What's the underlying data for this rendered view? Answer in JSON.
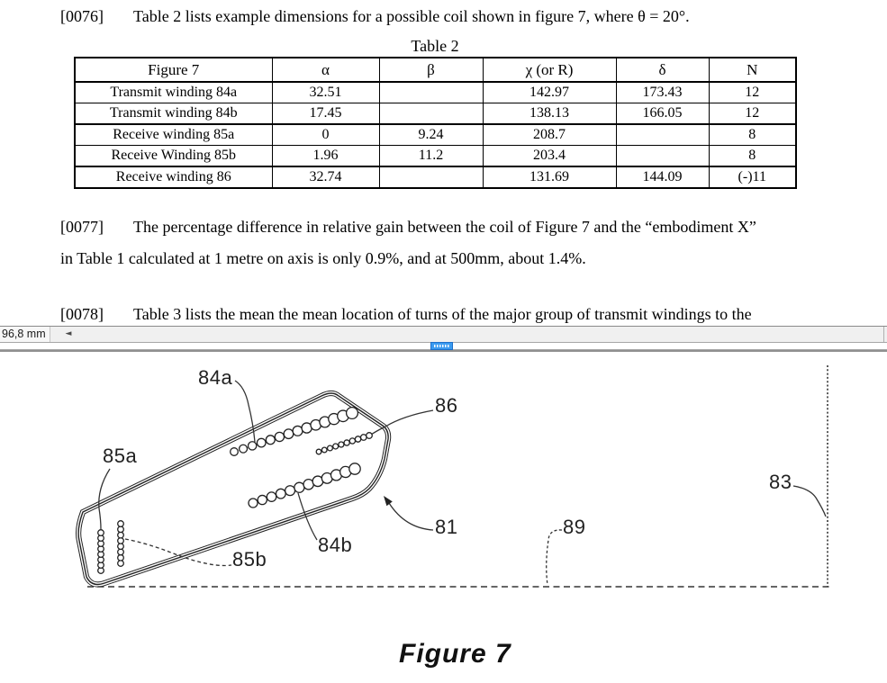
{
  "document": {
    "para_0076": {
      "tag": "[0076]",
      "text": "Table 2 lists example dimensions for a possible coil shown in figure 7, where  θ = 20°."
    },
    "table_title": "Table 2",
    "table": {
      "headers": [
        "Figure 7",
        "α",
        "β",
        "χ (or R)",
        "δ",
        "N"
      ],
      "rows": [
        [
          "Transmit winding 84a",
          "32.51",
          "",
          "142.97",
          "173.43",
          "12"
        ],
        [
          "Transmit winding 84b",
          "17.45",
          "",
          "138.13",
          "166.05",
          "12"
        ],
        [
          "Receive winding 85a",
          "0",
          "9.24",
          "208.7",
          "",
          "8"
        ],
        [
          "Receive Winding 85b",
          "1.96",
          "11.2",
          "203.4",
          "",
          "8"
        ],
        [
          "Receive winding 86",
          "32.74",
          "",
          "131.69",
          "144.09",
          "(-)11"
        ]
      ]
    },
    "para_0077": {
      "tag": "[0077]",
      "line1": "The percentage difference in relative gain between the coil of Figure 7 and the “embodiment X”",
      "line2": "in Table 1 calculated at 1 metre on axis is only 0.9%, and at 500mm, about 1.4%."
    },
    "para_0078": {
      "tag": "[0078]",
      "text": "Table 3 lists the mean the mean location of turns of the major group of transmit windings to the"
    }
  },
  "statusbar": {
    "position_readout": "96,8 mm",
    "left_arrow_glyph": "◄"
  },
  "splitter": {
    "accent_color": "#3b9bf0"
  },
  "figure": {
    "labels": {
      "w84a": "84a",
      "w86": "86",
      "w85a": "85a",
      "l83": "83",
      "l81": "81",
      "l89": "89",
      "w84b": "84b",
      "w85b": "85b"
    },
    "caption": "Figure 7"
  }
}
